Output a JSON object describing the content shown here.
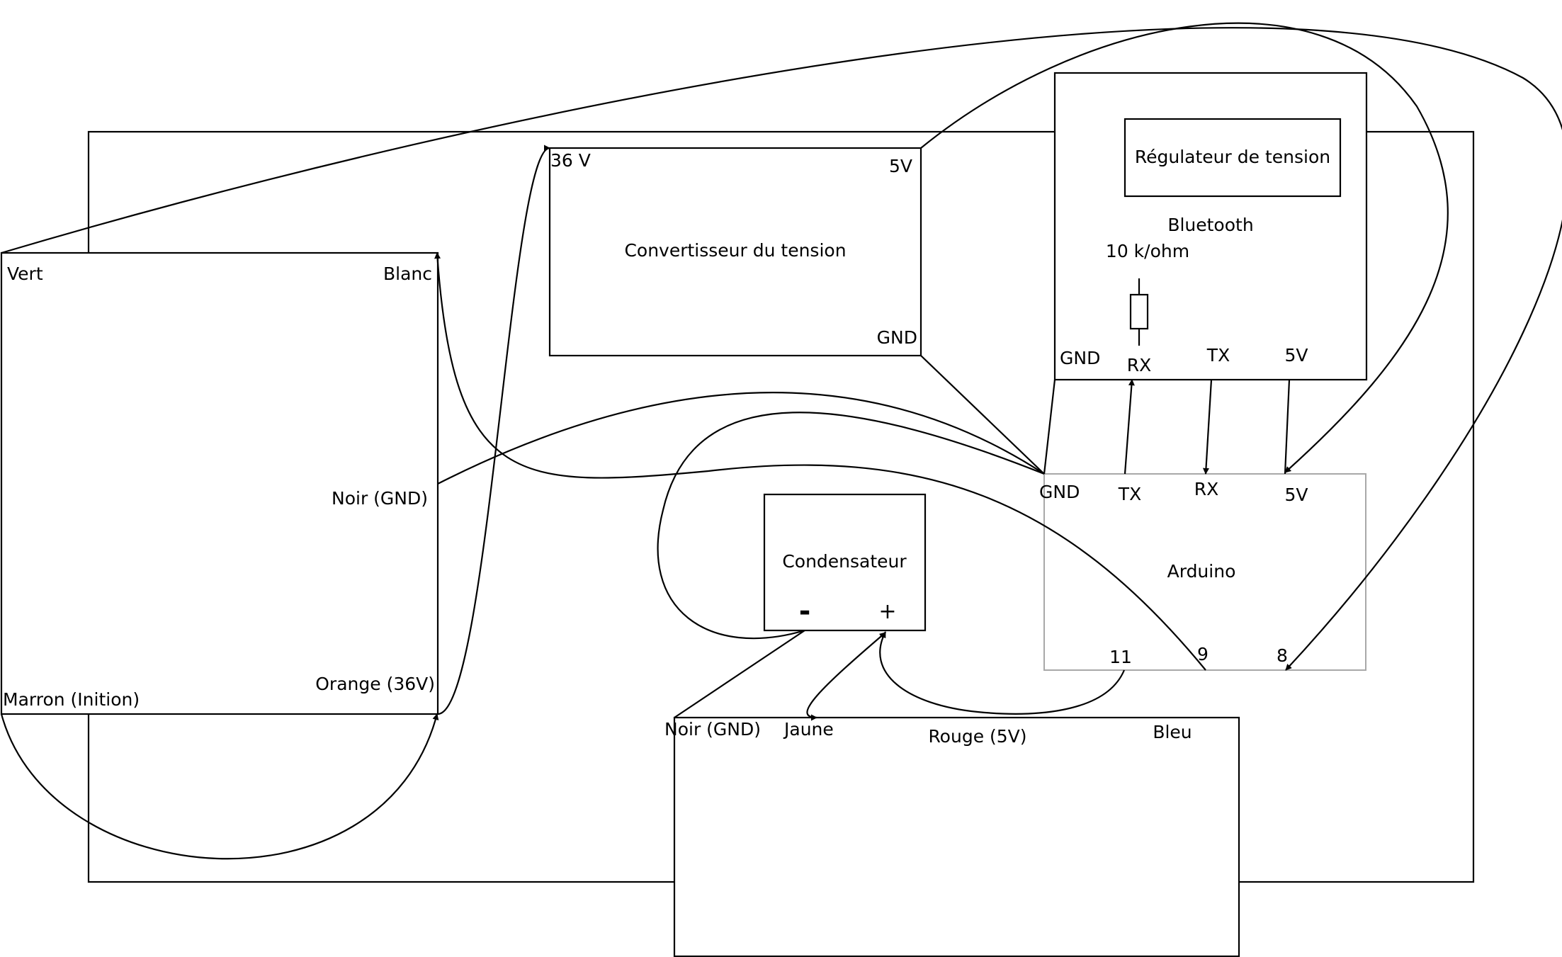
{
  "battery": {
    "vert": "Vert",
    "blanc": "Blanc",
    "noir": "Noir (GND)",
    "orange": "Orange (36V)",
    "marron": "Marron (Inition)"
  },
  "converter": {
    "title": "Convertisseur du tension",
    "in_36v": "36 V",
    "out_5v": "5V",
    "gnd": "GND"
  },
  "bluetooth": {
    "title": "Bluetooth",
    "regulator": "Régulateur de tension",
    "resistor": "10 k/ohm",
    "gnd": "GND",
    "rx": "RX",
    "tx": "TX",
    "v5": "5V"
  },
  "arduino": {
    "title": "Arduino",
    "gnd": "GND",
    "tx": "TX",
    "rx": "RX",
    "v5": "5V",
    "pin11": "11",
    "pin9": "9",
    "pin8": "8"
  },
  "capacitor": {
    "title": "Condensateur",
    "minus": "-",
    "plus": "+"
  },
  "connector": {
    "noir": "Noir (GND)",
    "jaune": "Jaune",
    "rouge": "Rouge (5V)",
    "bleu": "Bleu"
  }
}
